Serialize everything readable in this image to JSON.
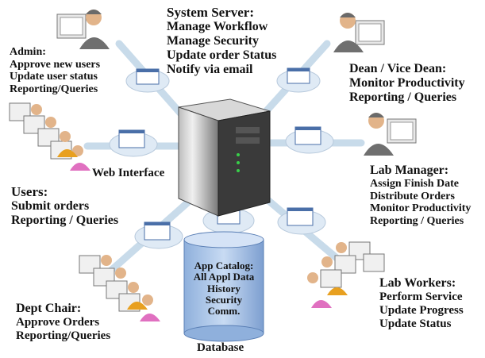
{
  "server": {
    "title": "System Server:",
    "items": [
      "Manage Workflow",
      "Manage Security",
      "Update order Status",
      "Notify via email"
    ]
  },
  "admin": {
    "title": "Admin:",
    "items": [
      "Approve new users",
      "Update user status",
      "Reporting/Queries"
    ]
  },
  "dean": {
    "title": "Dean / Vice Dean:",
    "items": [
      "Monitor Productivity",
      "Reporting / Queries"
    ]
  },
  "users": {
    "title": "Users:",
    "items": [
      "Submit orders",
      "Reporting / Queries"
    ]
  },
  "web_interface": "Web Interface",
  "lab_manager": {
    "title": "Lab Manager:",
    "items": [
      "Assign Finish Date",
      "Distribute Orders",
      "Monitor Productivity",
      "Reporting / Queries"
    ]
  },
  "dept_chair": {
    "title": "Dept Chair:",
    "items": [
      "Approve Orders",
      "Reporting/Queries"
    ]
  },
  "lab_workers": {
    "title": "Lab Workers:",
    "items": [
      "Perform Service",
      "Update Progress",
      "Update Status"
    ]
  },
  "database": {
    "title": "App Catalog:",
    "items": [
      "All Appl Data",
      "History",
      "Security",
      "Comm."
    ],
    "caption": "Database"
  },
  "colors": {
    "arrow": "#c5d8e8",
    "cloud": "#dce9f5",
    "cylinder": "#a9c4ea",
    "server": "#3c3c3c",
    "person_a": "#6f6f6f",
    "person_b": "#e8a020",
    "person_c": "#e070c0"
  }
}
